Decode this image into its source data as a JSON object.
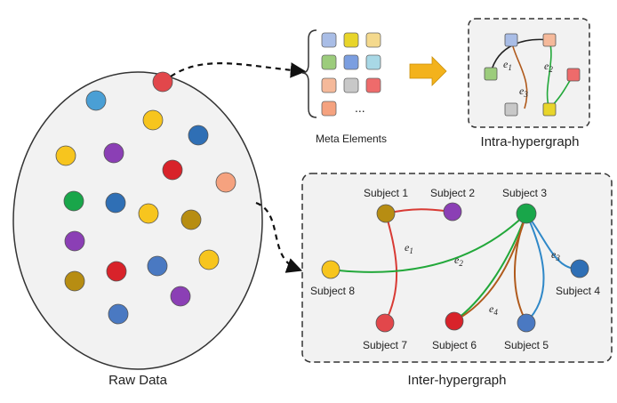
{
  "captions": {
    "raw_data": "Raw Data",
    "meta_elements": "Meta Elements",
    "intra_hypergraph": "Intra-hypergraph",
    "inter_hypergraph": "Inter-hypergraph"
  },
  "meta_ellipsis": "...",
  "subjects": [
    "Subject 1",
    "Subject 2",
    "Subject 3",
    "Subject 4",
    "Subject 5",
    "Subject 6",
    "Subject 7",
    "Subject 8"
  ],
  "inter_edge_labels": [
    "e",
    "e",
    "e",
    "e"
  ],
  "inter_edge_subscripts": [
    "1",
    "2",
    "3",
    "4"
  ],
  "intra_edge_labels": [
    "e",
    "e",
    "e"
  ],
  "intra_edge_subscripts": [
    "1",
    "2",
    "3"
  ],
  "colors": {
    "red": "#e2474b",
    "blue": "#4a9fd5",
    "yellow": "#f7c51e",
    "purple": "#8b3fb5",
    "green": "#19a64a",
    "navy": "#2f6fb5",
    "olive": "#b78d12",
    "peach": "#f5a27f",
    "arrow": "#f3b21c",
    "edge_red": "#d83a34",
    "edge_green": "#22a83a",
    "edge_blue": "#2f88c8",
    "edge_brown": "#b05a1c"
  },
  "icons": [
    "arrow-right-icon"
  ]
}
